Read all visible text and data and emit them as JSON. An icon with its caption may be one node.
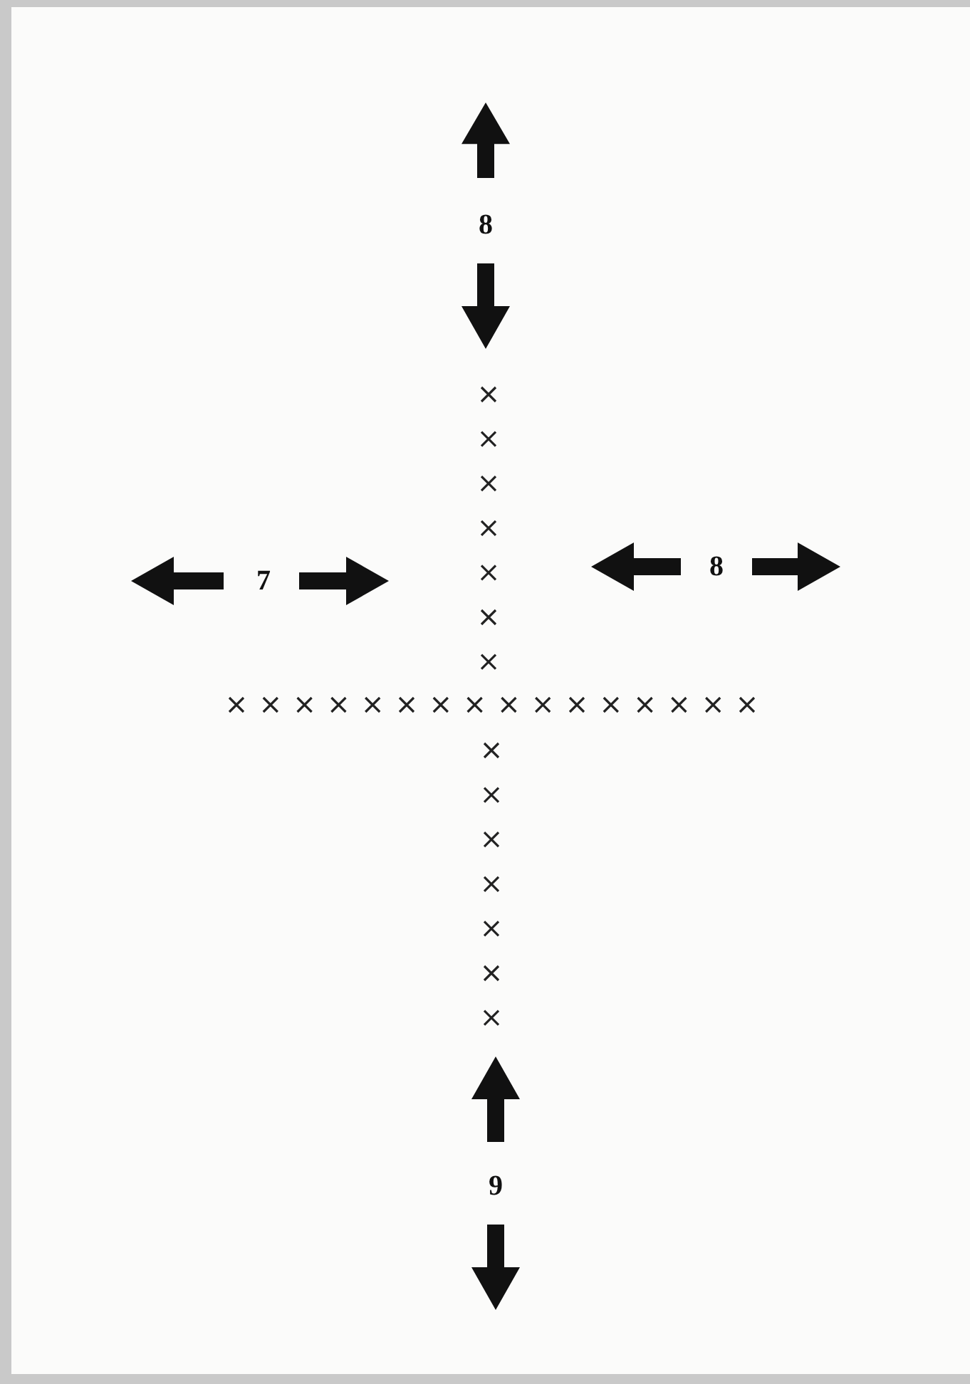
{
  "diagram": {
    "labels": [
      "8",
      "7",
      "8",
      "9"
    ]
  }
}
